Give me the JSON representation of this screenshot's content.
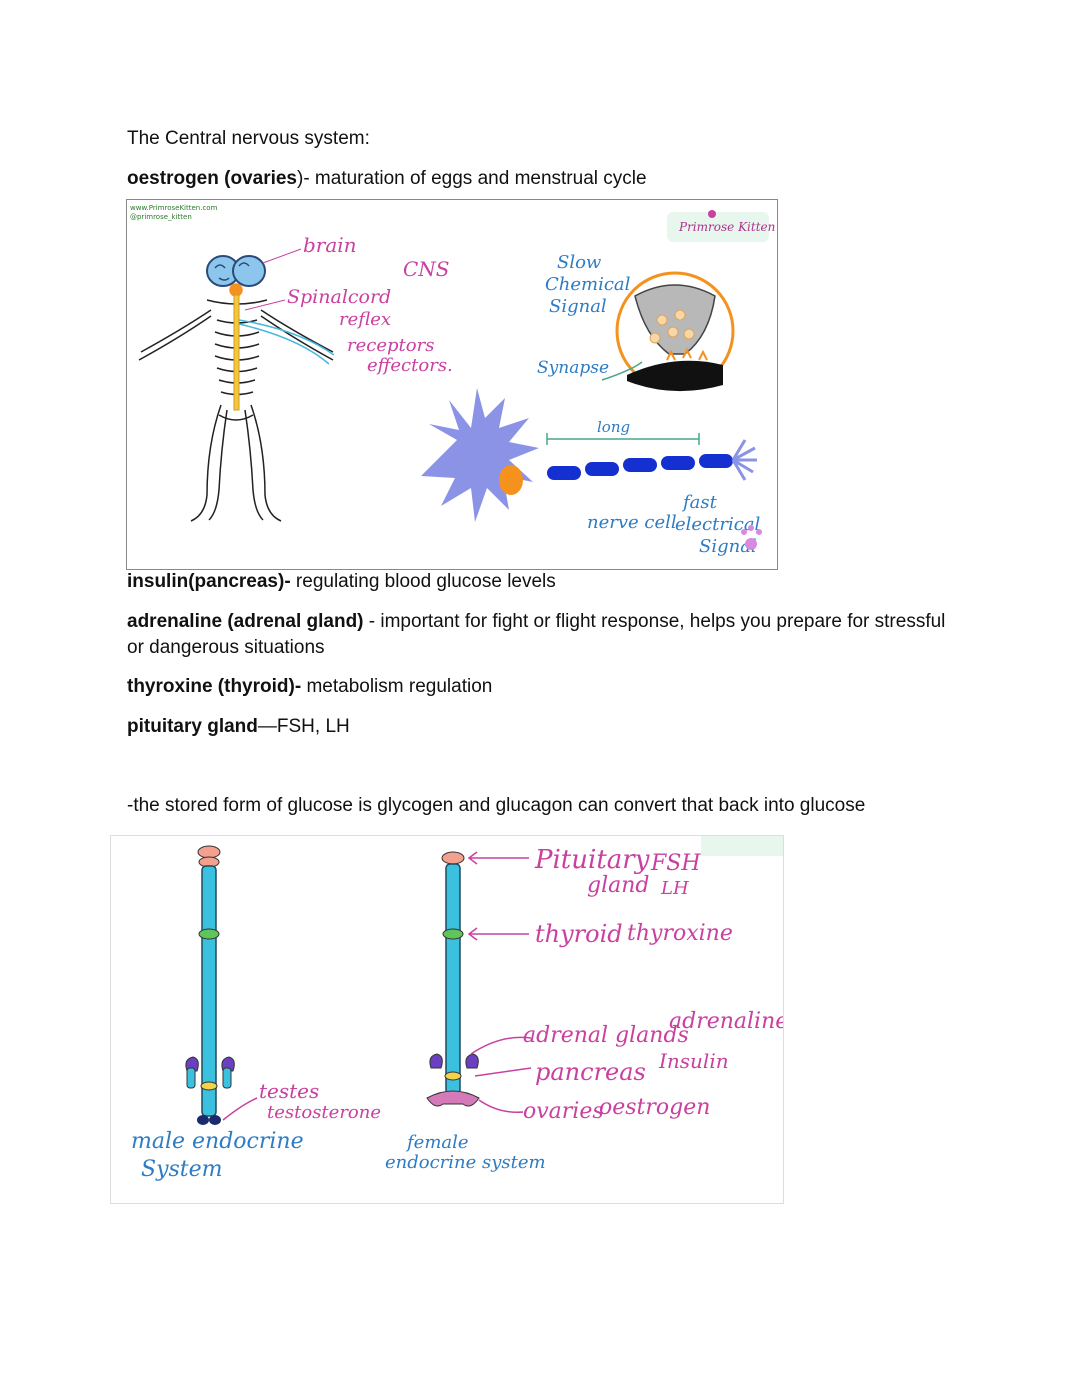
{
  "heading": "The Central nervous system:",
  "items": {
    "oestrogen": {
      "term": "oestrogen (ovaries",
      "rest": ")- maturation of eggs and menstrual cycle"
    },
    "insulin": {
      "term": "insulin(pancreas)-",
      "rest": " regulating blood glucose levels"
    },
    "adrenaline": {
      "term": "adrenaline (adrenal gland)",
      "rest": " - important for fight or flight response, helps you prepare for stressful or dangerous situations"
    },
    "thyroxine": {
      "term": "thyroxine (thyroid)-",
      "rest": " metabolism regulation"
    },
    "pituitary": {
      "term": "pituitary gland",
      "rest": "—FSH, LH"
    }
  },
  "note": "-the stored form of glucose is glycogen and glucagon can convert that back into glucose",
  "figure1": {
    "watermark_line1": "www.PrimroseKitten.com",
    "watermark_line2": "@primrose_kitten",
    "logo": "Primrose Kitten",
    "labels": {
      "brain": "brain",
      "cns": "CNS",
      "spinal": "Spinalcord",
      "reflex": "reflex",
      "receptors": "receptors",
      "effectors": "effectors.",
      "slow1": "Slow",
      "slow2": "Chemical",
      "slow3": "Signal",
      "synapse": "Synapse",
      "long": "long",
      "nerve": "nerve cell",
      "fast1": "fast",
      "fast2": "electrical",
      "fast3": "Signal"
    }
  },
  "figure2": {
    "labels": {
      "pituitary1": "Pituitary",
      "pituitary2": "gland",
      "fsh": "FSH",
      "lh": "LH",
      "thyroid": "thyroid",
      "thyroxine": "thyroxine",
      "adrenal": "adrenal glands",
      "adrenaline": "adrenaline",
      "pancreas": "pancreas",
      "insulin": "Insulin",
      "ovaries": "ovaries",
      "oestrogen": "oestrogen",
      "testes": "testes",
      "testosterone": "testosterone",
      "male1": "male endocrine",
      "male2": "System",
      "female1": "female",
      "female2": "endocrine system"
    }
  },
  "colors": {
    "pink": "#d23ca8",
    "blue": "#2d7cc4",
    "cyan": "#3cc0e0",
    "nerve": "#8a93e6",
    "axon": "#1530d0",
    "orange": "#f5921e"
  }
}
